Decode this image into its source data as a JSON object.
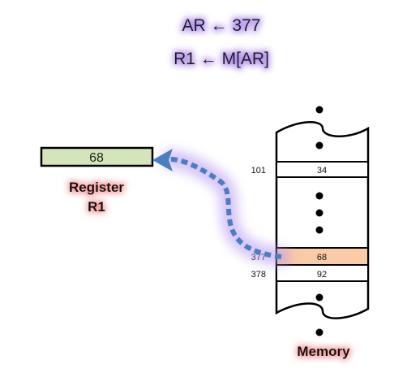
{
  "instructions": [
    "AR ← 377",
    "R1 ← M[AR]"
  ],
  "register": {
    "value": "68",
    "label_line1": "Register",
    "label_line2": "R1",
    "fill": "#d6e4bc"
  },
  "memory": {
    "label": "Memory",
    "cells": [
      {
        "address": "101",
        "value": "34",
        "highlighted": false
      },
      {
        "address": "377",
        "value": "68",
        "highlighted": true
      },
      {
        "address": "378",
        "value": "92",
        "highlighted": false
      }
    ],
    "highlight_fill": "#f9cba8"
  },
  "colors": {
    "arrow": "#4a7ec3",
    "glow": "#9b6fe6",
    "label_glow": "#f2a0a0"
  }
}
